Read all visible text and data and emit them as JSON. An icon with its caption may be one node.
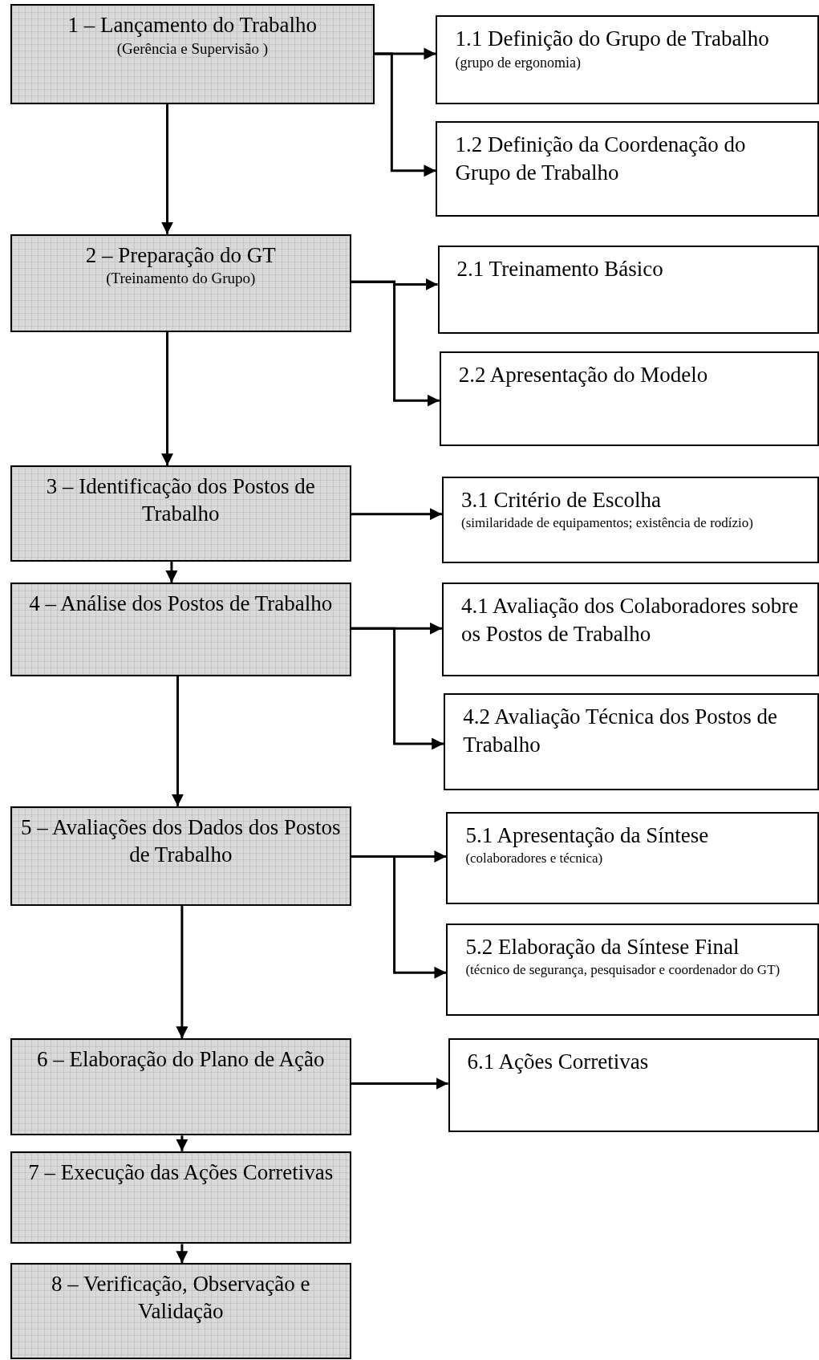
{
  "diagram": {
    "nodes": [
      {
        "text": [
          "1 – Lançamento do Trabalho",
          "(Gerência e Supervisão )"
        ]
      },
      {
        "text": [
          "1.1 Definição do Grupo de Trabalho",
          "(grupo de ergonomia)"
        ]
      },
      {
        "text": [
          "1.2 Definição da Coordenação do Grupo de Trabalho"
        ]
      },
      {
        "text": [
          "2 – Preparação do GT",
          "(Treinamento do Grupo)"
        ]
      },
      {
        "text": [
          "2.1 Treinamento Básico"
        ]
      },
      {
        "text": [
          "2.2 Apresentação do Modelo"
        ]
      },
      {
        "text": [
          "3 – Identificação dos Postos de Trabalho"
        ]
      },
      {
        "text": [
          "3.1 Critério de Escolha",
          "(similaridade de equipamentos; existência de rodízio)"
        ]
      },
      {
        "text": [
          "4 – Análise dos Postos de Trabalho"
        ]
      },
      {
        "text": [
          "4.1 Avaliação dos Colaboradores sobre os Postos de Trabalho"
        ]
      },
      {
        "text": [
          "4.2 Avaliação Técnica dos Postos de Trabalho"
        ]
      },
      {
        "text": [
          "5 – Avaliações dos Dados dos Postos de Trabalho"
        ]
      },
      {
        "text": [
          "5.1 Apresentação da Síntese",
          "(colaboradores e técnica)"
        ]
      },
      {
        "text": [
          "5.2 Elaboração da Síntese Final",
          "(técnico de segurança, pesquisador e coordenador do GT)"
        ]
      },
      {
        "text": [
          "6 – Elaboração do Plano de Ação"
        ]
      },
      {
        "text": [
          "6.1 Ações Corretivas"
        ]
      },
      {
        "text": [
          "7 – Execução das Ações Corretivas"
        ]
      },
      {
        "text": [
          "8 – Verificação, Observação e Validação"
        ]
      }
    ],
    "edges": [
      {
        "from": 0,
        "to": 1,
        "arrow": "to"
      },
      {
        "from": 0,
        "to": 2,
        "arrow": "to"
      },
      {
        "from": 0,
        "to": 3,
        "arrow": "to"
      },
      {
        "from": 3,
        "to": 4,
        "arrow": "to"
      },
      {
        "from": 3,
        "to": 5,
        "arrow": "to"
      },
      {
        "from": 3,
        "to": 6,
        "arrow": "to"
      },
      {
        "from": 6,
        "to": 7,
        "arrow": "to"
      },
      {
        "from": 6,
        "to": 8,
        "arrow": "to"
      },
      {
        "from": 8,
        "to": 9,
        "arrow": "to"
      },
      {
        "from": 8,
        "to": 10,
        "arrow": "to"
      },
      {
        "from": 8,
        "to": 11,
        "arrow": "to"
      },
      {
        "from": 11,
        "to": 12,
        "arrow": "to"
      },
      {
        "from": 11,
        "to": 13,
        "arrow": "to"
      },
      {
        "from": 11,
        "to": 14,
        "arrow": "to"
      },
      {
        "from": 14,
        "to": 15,
        "arrow": "to"
      },
      {
        "from": 14,
        "to": 16,
        "arrow": "to"
      },
      {
        "from": 16,
        "to": 17,
        "arrow": "to"
      }
    ]
  }
}
